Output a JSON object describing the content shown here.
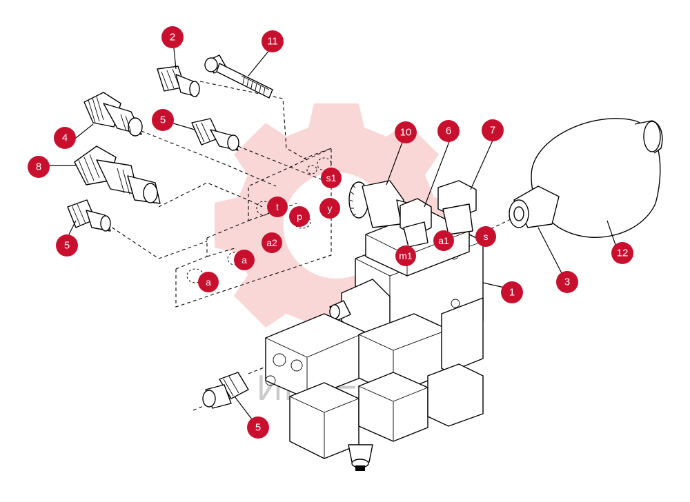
{
  "watermark": {
    "text": "ИНТЕХ",
    "color": "#f08c8c"
  },
  "accent_color": "#c8102e",
  "callouts": [
    {
      "id": "c2",
      "label": "2"
    },
    {
      "id": "c11",
      "label": "11"
    },
    {
      "id": "c5a",
      "label": "5"
    },
    {
      "id": "c4",
      "label": "4"
    },
    {
      "id": "c8",
      "label": "8"
    },
    {
      "id": "c5b",
      "label": "5"
    },
    {
      "id": "c10",
      "label": "10"
    },
    {
      "id": "c6",
      "label": "6"
    },
    {
      "id": "c7",
      "label": "7"
    },
    {
      "id": "c12",
      "label": "12"
    },
    {
      "id": "c3",
      "label": "3"
    },
    {
      "id": "c1",
      "label": "1"
    },
    {
      "id": "c5c",
      "label": "5"
    }
  ],
  "ports": [
    {
      "id": "s1",
      "label": "s1"
    },
    {
      "id": "t",
      "label": "t"
    },
    {
      "id": "p",
      "label": "p"
    },
    {
      "id": "y",
      "label": "y"
    },
    {
      "id": "a2",
      "label": "a2"
    },
    {
      "id": "a_upper",
      "label": "a"
    },
    {
      "id": "a_lower",
      "label": "a"
    },
    {
      "id": "m1",
      "label": "m1"
    },
    {
      "id": "a1",
      "label": "a1"
    },
    {
      "id": "s",
      "label": "s"
    }
  ]
}
